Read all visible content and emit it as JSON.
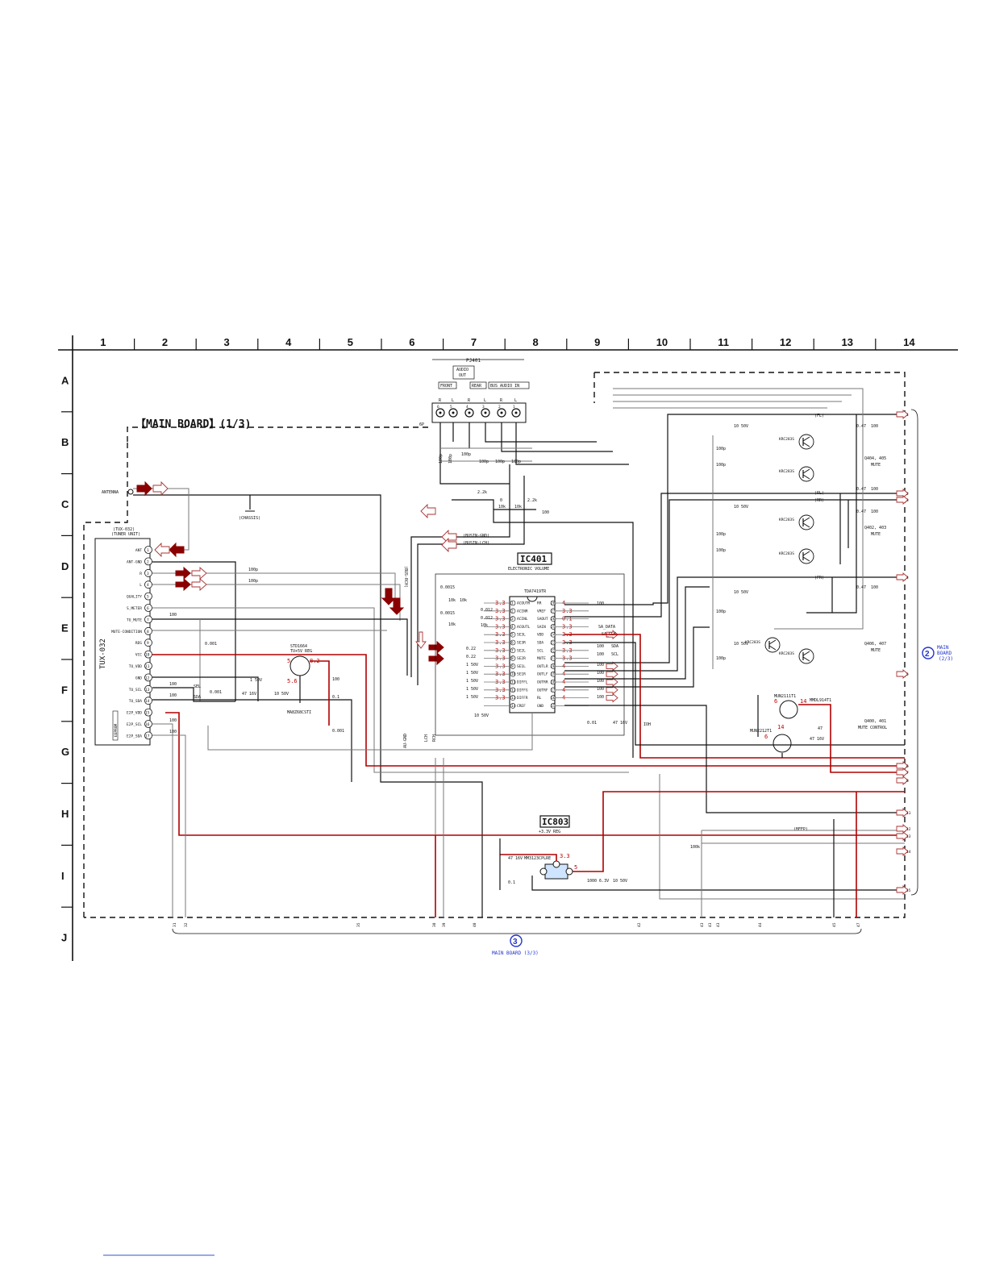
{
  "grid": {
    "columns": [
      "1",
      "2",
      "3",
      "4",
      "5",
      "6",
      "7",
      "8",
      "9",
      "10",
      "11",
      "12",
      "13",
      "14"
    ],
    "rows": [
      "A",
      "B",
      "C",
      "D",
      "E",
      "F",
      "G",
      "H",
      "I",
      "J"
    ]
  },
  "board_title": "【MAIN BOARD】(1/3)",
  "connector": {
    "ref": "PJ401",
    "audio_out": "AUDIO\nOUT",
    "audio_out_l1": "AUDIO",
    "audio_out_l2": "OUT",
    "front": "FRONT",
    "rear": "REAR",
    "bus_audio_in": "BUS AUDIO IN",
    "pins": [
      "R",
      "L",
      "R",
      "L",
      "R",
      "L"
    ],
    "pin_nums": [
      "6",
      "5",
      "4",
      "3",
      "2",
      "1"
    ],
    "size": "6P"
  },
  "antenna": "ANTENNA",
  "chassis": "(CHASSIS)",
  "tuner": {
    "ref": "TUX-032",
    "title": "(TUX-032)",
    "subtitle": "(TUNER UNIT)",
    "eeprom": "EEPROM",
    "pins": [
      {
        "n": "1",
        "name": "ANT"
      },
      {
        "n": "2",
        "name": "ANT-GND"
      },
      {
        "n": "3",
        "name": "R"
      },
      {
        "n": "4",
        "name": "L"
      },
      {
        "n": "5",
        "name": "QUALITY"
      },
      {
        "n": "6",
        "name": "S_METER"
      },
      {
        "n": "7",
        "name": "TU_MUTE"
      },
      {
        "n": "8",
        "name": "MUTE-CONDITION"
      },
      {
        "n": "9",
        "name": "RDS"
      },
      {
        "n": "10",
        "name": "VCC"
      },
      {
        "n": "11",
        "name": "TU_VDD"
      },
      {
        "n": "12",
        "name": "GND"
      },
      {
        "n": "13",
        "name": "TU_SCL"
      },
      {
        "n": "14",
        "name": "TU_SDA"
      },
      {
        "n": "15",
        "name": "E2P_VDD"
      },
      {
        "n": "16",
        "name": "E2P_SCL"
      },
      {
        "n": "17",
        "name": "E2P_SDA"
      }
    ]
  },
  "ic401": {
    "ref": "IC401",
    "desc": "ELECTRONIC VOLUME",
    "part": "TDA7419TR",
    "left_pins": [
      {
        "n": "1",
        "name": "ACOUTR",
        "v": "3.3"
      },
      {
        "n": "2",
        "name": "ACINR",
        "v": "3.3"
      },
      {
        "n": "3",
        "name": "ACINL",
        "v": "3.3"
      },
      {
        "n": "4",
        "name": "ACOUTL",
        "v": "3.3"
      },
      {
        "n": "5",
        "name": "SE3L",
        "v": "3.3"
      },
      {
        "n": "6",
        "name": "SE3R",
        "v": "3.3"
      },
      {
        "n": "7",
        "name": "SE2L",
        "v": "3.3"
      },
      {
        "n": "8",
        "name": "SE2R",
        "v": "3.3"
      },
      {
        "n": "9",
        "name": "SE1L",
        "v": "3.3"
      },
      {
        "n": "10",
        "name": "SE1R",
        "v": "3.3"
      },
      {
        "n": "11",
        "name": "DIFFL",
        "v": "3.3"
      },
      {
        "n": "12",
        "name": "DIFFG",
        "v": "3.3"
      },
      {
        "n": "13",
        "name": "DIFFR",
        "v": "3.3"
      },
      {
        "n": "14",
        "name": "CREF",
        "v": ""
      }
    ],
    "right_pins": [
      {
        "n": "28",
        "name": "RR",
        "v": "4"
      },
      {
        "n": "27",
        "name": "VREF",
        "v": "3.3"
      },
      {
        "n": "26",
        "name": "SAOUT",
        "v": "0.1"
      },
      {
        "n": "25",
        "name": "SAIN",
        "v": "3.3"
      },
      {
        "n": "24",
        "name": "VDD",
        "v": "3.3"
      },
      {
        "n": "23",
        "name": "SDA",
        "v": "3.3"
      },
      {
        "n": "22",
        "name": "SCL",
        "v": "3.3"
      },
      {
        "n": "21",
        "name": "MUTE",
        "v": "3.3"
      },
      {
        "n": "20",
        "name": "OUTLR",
        "v": "4"
      },
      {
        "n": "19",
        "name": "OUTLF",
        "v": "4"
      },
      {
        "n": "18",
        "name": "OUTRR",
        "v": "4"
      },
      {
        "n": "17",
        "name": "OUTRF",
        "v": "4"
      },
      {
        "n": "16",
        "name": "RL",
        "v": "4"
      },
      {
        "n": "15",
        "name": "GND",
        "v": ""
      }
    ]
  },
  "ic803": {
    "ref": "IC803",
    "desc": "+3.3V REG",
    "part": "MM3123CPLRE",
    "pin_v_out": "3.3",
    "pin_v_in": "5"
  },
  "q_std": {
    "part": "STD1664",
    "desc": "TU+5V REG",
    "v_top": "8.2",
    "v_left": "5",
    "v_bot": "5.6",
    "diode": "MA8Z68CSTI"
  },
  "transistors": [
    {
      "part": "KRC283S"
    },
    {
      "part": "KRC283S"
    },
    {
      "part": "KRC283S"
    },
    {
      "part": "KRC283S"
    },
    {
      "part": "KRC283S"
    },
    {
      "part": "KRC283S"
    }
  ],
  "mute_groups": [
    {
      "refs": "Q404, 405",
      "fn": "MUTE"
    },
    {
      "refs": "Q402, 403",
      "fn": "MUTE"
    },
    {
      "refs": "Q406, 407",
      "fn": "MUTE"
    },
    {
      "refs": "Q400, 401",
      "fn": "MUTE CONTROL"
    }
  ],
  "mute_ctrl": {
    "q_top": "MUN2111T1",
    "q_bot": "MUN2212T1",
    "diode": "MMDL914T1",
    "r": "47",
    "c": "47\n16V",
    "v1": "6",
    "v2": "14",
    "v3": "14",
    "v4": "6"
  },
  "net_labels": {
    "sel": "SEL",
    "sda": "SDA",
    "scl": "SCL",
    "sa_data": "SA_DATA",
    "sa_clk": "SA_CLK",
    "busin_gnd": "(BUSIN-GND)",
    "busin_lch": "(BUSIN-LCH)",
    "beep": "(BEEP)",
    "fl": "(FL)",
    "rl": "(RL)",
    "rr": "(RR)",
    "fr": "(FR)",
    "au_gnd": "AU-GND",
    "lch": "LCH",
    "rch": "RCH",
    "bus_rch": "(BUS-RCH)",
    "ioh": "IOH"
  },
  "right_connector": {
    "pins": [
      "1",
      "2",
      "3",
      "4",
      "5",
      "6",
      "7",
      "8",
      "11",
      "12",
      "13",
      "14",
      "15"
    ],
    "ref_num": "2",
    "label1": "MAIN",
    "label2": "BOARD",
    "label3": "(2/3)"
  },
  "bottom_connector": {
    "pins": [
      "31",
      "32",
      "35",
      "38",
      "39",
      "40",
      "42",
      "43",
      "43",
      "43",
      "44",
      "45",
      "47"
    ],
    "ref_num": "3",
    "label": "MAIN BOARD (3/3)"
  },
  "values": {
    "c100p": "100p",
    "c0015": "0.0015",
    "c0012": "0.012",
    "c10k": "10k",
    "c022": "0.22",
    "c150v": "1 50V",
    "c1050v": "10 50V",
    "c4716": "47\n16V",
    "c001": "0.01",
    "c0001": "0.001",
    "r100": "100",
    "r22k": "2.2k",
    "c047": "0.47",
    "r100k": "100k",
    "c01": "0.1",
    "c1000": "1000\n6.3V",
    "r0": "0"
  },
  "colors": {
    "wire": "#111111",
    "power": "#b00000",
    "ref_blue": "#2233cc",
    "arrow": "#8a0000"
  }
}
